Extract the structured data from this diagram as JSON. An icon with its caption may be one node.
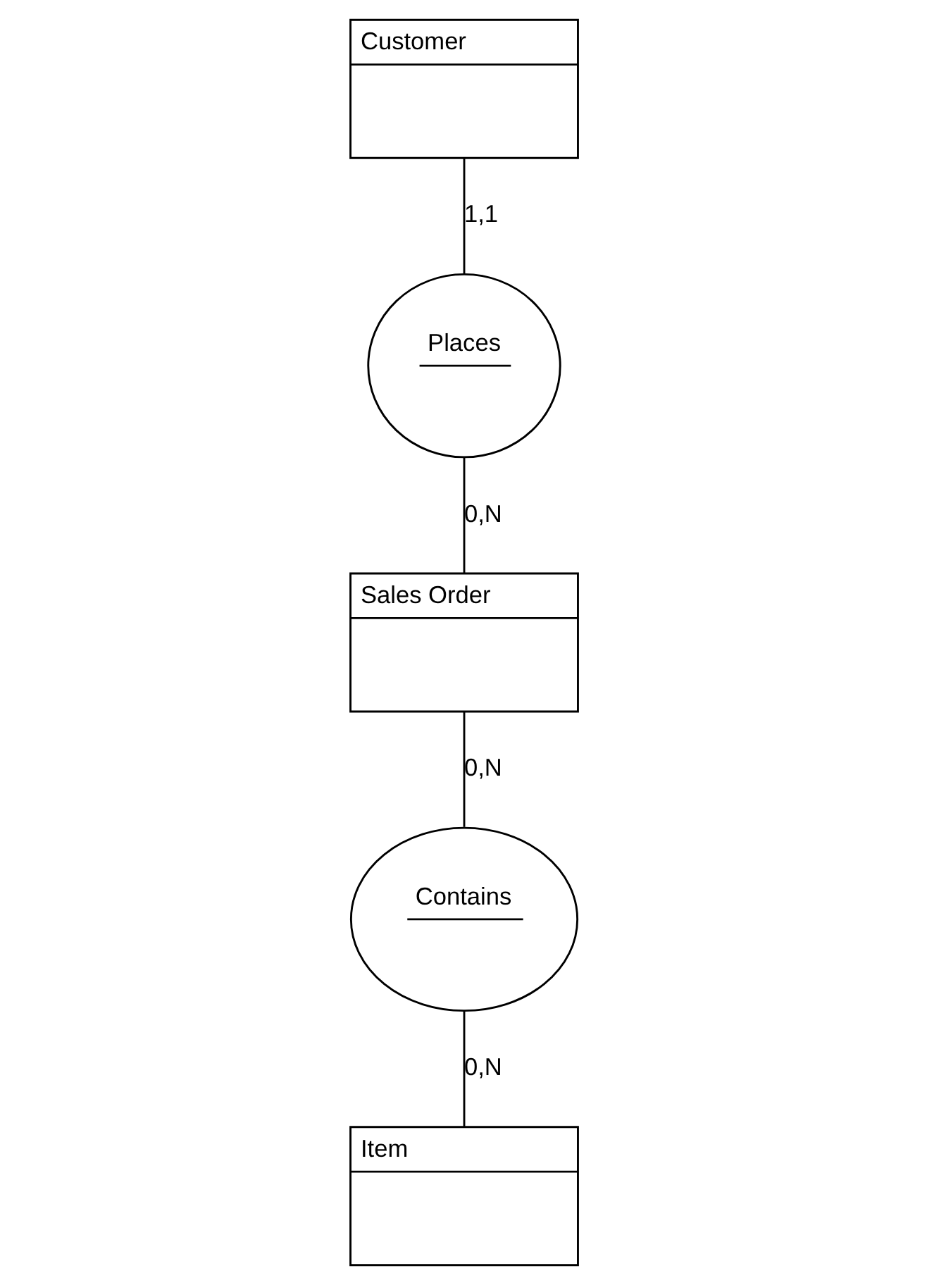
{
  "diagram": {
    "nodes": [
      {
        "text": [
          "Customer"
        ]
      },
      {
        "text": [
          "Places"
        ]
      },
      {
        "text": [
          "Sales Order"
        ]
      },
      {
        "text": [
          "Contains"
        ]
      },
      {
        "text": [
          "Item"
        ]
      }
    ],
    "edges": [
      {
        "from": 0,
        "to": 1,
        "arrow": "none",
        "label": "1,1"
      },
      {
        "from": 1,
        "to": 2,
        "arrow": "none",
        "label": "0,N"
      },
      {
        "from": 2,
        "to": 3,
        "arrow": "none",
        "label": "0,N"
      },
      {
        "from": 3,
        "to": 4,
        "arrow": "none",
        "label": "0,N"
      }
    ]
  }
}
